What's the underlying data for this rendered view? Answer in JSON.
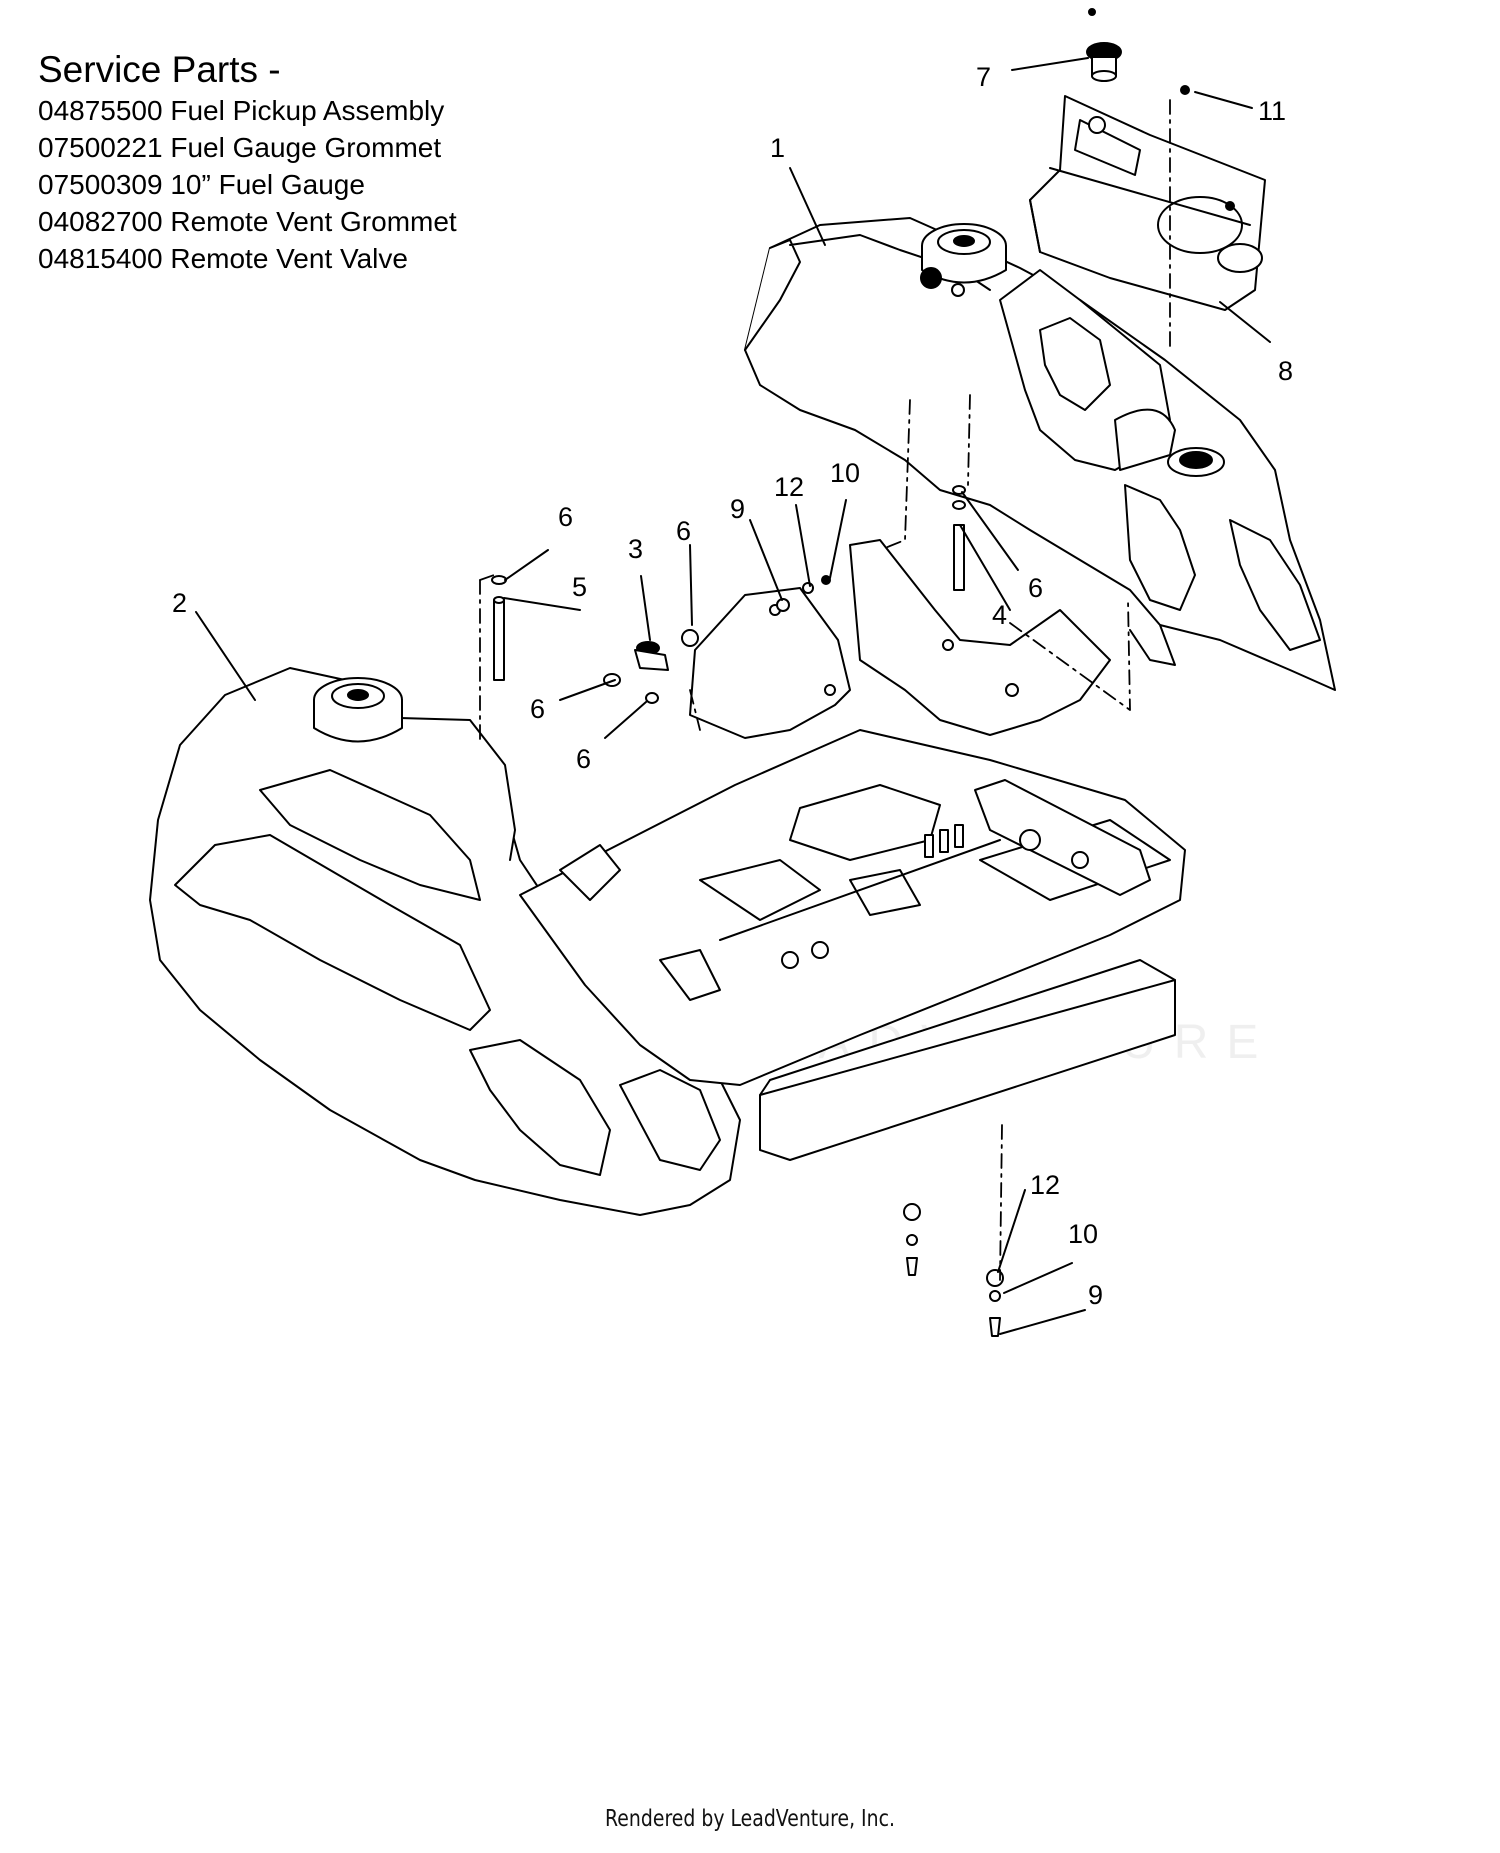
{
  "service_parts": {
    "title": "Service Parts -",
    "items": [
      "04875500 Fuel Pickup Assembly",
      "07500221 Fuel Gauge Grommet",
      "07500309 10” Fuel Gauge",
      "04082700 Remote Vent Grommet",
      "04815400 Remote Vent Valve"
    ]
  },
  "callouts": {
    "c1": "1",
    "c2": "2",
    "c3": "3",
    "c4": "4",
    "c5": "5",
    "c6a": "6",
    "c6b": "6",
    "c6c": "6",
    "c6d": "6",
    "c6e": "6",
    "c7": "7",
    "c8": "8",
    "c9a": "9",
    "c9b": "9",
    "c10a": "10",
    "c10b": "10",
    "c11": "11",
    "c12a": "12",
    "c12b": "12"
  },
  "watermark": "LEADVENTURE",
  "footer": "Rendered by LeadVenture, Inc."
}
